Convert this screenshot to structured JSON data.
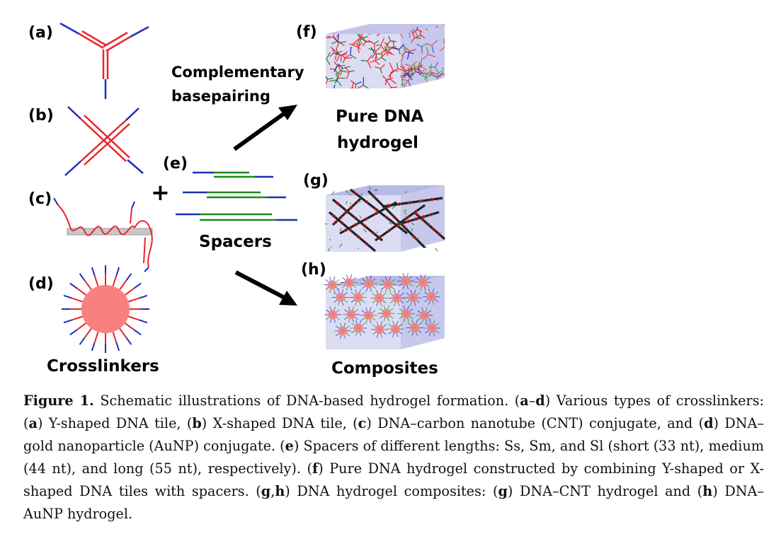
{
  "panels": {
    "a": "(a)",
    "b": "(b)",
    "c": "(c)",
    "d": "(d)",
    "e": "(e)",
    "f": "(f)",
    "g": "(g)",
    "h": "(h)"
  },
  "texts": {
    "complementary_line1": "Complementary",
    "complementary_line2": "basepairing",
    "pure_line1": "Pure DNA",
    "pure_line2": "hydrogel",
    "spacers": "Spacers",
    "crosslinkers": "Crosslinkers",
    "composites": "Composites",
    "plus": "+"
  },
  "caption": {
    "label": "Figure 1.",
    "segments": [
      {
        "t": " Schematic illustrations of DNA-based hydrogel formation. (",
        "b": false
      },
      {
        "t": "a",
        "b": true
      },
      {
        "t": "–",
        "b": false
      },
      {
        "t": "d",
        "b": true
      },
      {
        "t": ") Various types of crosslinkers: (",
        "b": false
      },
      {
        "t": "a",
        "b": true
      },
      {
        "t": ") Y-shaped DNA tile, (",
        "b": false
      },
      {
        "t": "b",
        "b": true
      },
      {
        "t": ") X-shaped DNA tile, (",
        "b": false
      },
      {
        "t": "c",
        "b": true
      },
      {
        "t": ") DNA–carbon nanotube (CNT) conjugate, and (",
        "b": false
      },
      {
        "t": "d",
        "b": true
      },
      {
        "t": ") DNA–gold nanoparticle (AuNP) conjugate. (",
        "b": false
      },
      {
        "t": "e",
        "b": true
      },
      {
        "t": ") Spacers of different lengths: Ss, Sm, and Sl (short (33 nt), medium (44 nt), and long (55 nt), respectively). (",
        "b": false
      },
      {
        "t": "f",
        "b": true
      },
      {
        "t": ") Pure DNA hydrogel constructed by combining Y-shaped or X-shaped DNA tiles with spacers. (",
        "b": false
      },
      {
        "t": "g",
        "b": true
      },
      {
        "t": ",",
        "b": false
      },
      {
        "t": "h",
        "b": true
      },
      {
        "t": ") DNA hydrogel composites: (",
        "b": false
      },
      {
        "t": "g",
        "b": true
      },
      {
        "t": ") DNA–CNT hydrogel and (",
        "b": false
      },
      {
        "t": "h",
        "b": true
      },
      {
        "t": ") DNA–AuNP hydrogel.",
        "b": false
      }
    ]
  },
  "colors": {
    "red": "#e8262b",
    "blue": "#1b2fb8",
    "green": "#1a8a1a",
    "particle": "#f98080",
    "cube_front": "#dcdcf3",
    "cube_top": "#b9b9e6",
    "cube_side": "#c8c8ec"
  }
}
